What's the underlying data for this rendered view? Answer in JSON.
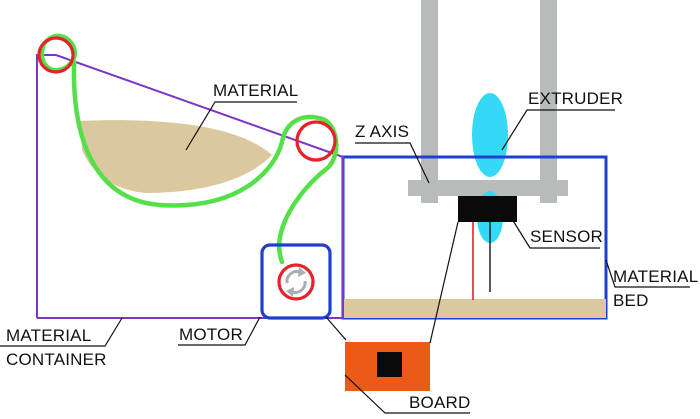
{
  "labels": {
    "material": "MATERIAL",
    "extruder": "EXTRUDER",
    "z_axis": "Z AXIS",
    "sensor": "SENSOR",
    "material_bed_line1": "MATERIAL",
    "material_bed_line2": "BED",
    "material_container_line1": "MATERIAL",
    "material_container_line2": "CONTAINER",
    "motor": "MOTOR",
    "board": "BOARD"
  },
  "colors": {
    "container_outline": "#7b35c9",
    "bed_frame": "#1f3fd0",
    "motor_box": "#1f3fd0",
    "material_fill": "#dcc89e",
    "filament": "#55e04a",
    "pulley": "#e8202a",
    "extruder_body": "#36d9f5",
    "axis_rails": "#b7bcbb",
    "sensor": "#0a0a0a",
    "board": "#ec5a17",
    "board_chip": "#0a0a0a",
    "bed_plate": "#dcc89e",
    "sensor_wire": "#e8202a",
    "probe": "#111111",
    "motor_symbol": "#a9aeb2"
  }
}
